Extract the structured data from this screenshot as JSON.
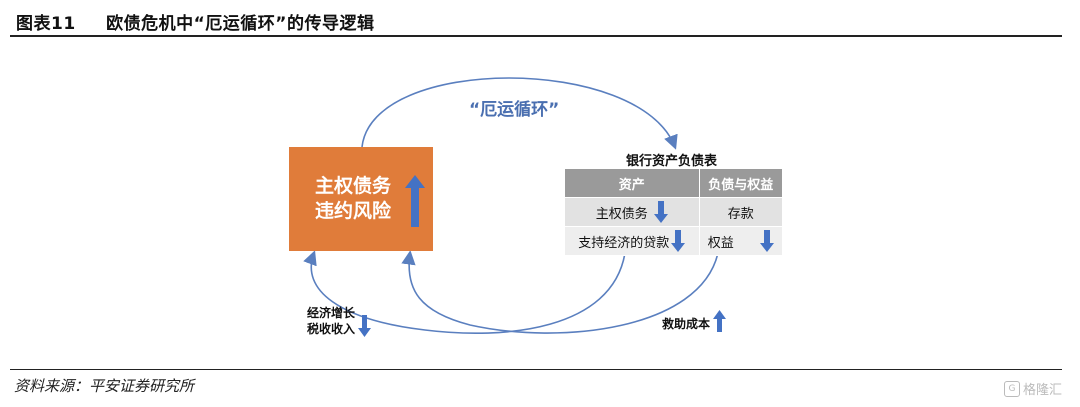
{
  "header": {
    "figure_label": "图表11",
    "figure_title": "欧债危机中“厄运循环”的传导逻辑"
  },
  "diagram": {
    "loop_label": "“厄运循环”",
    "risk_box": {
      "line1": "主权债务",
      "line2": "违约风险",
      "color": "#e07c3a",
      "trend": "up"
    },
    "balance_sheet": {
      "title": "银行资产负债表",
      "headers": [
        "资产",
        "负债与权益"
      ],
      "rows": [
        {
          "asset": "主权债务",
          "asset_trend": "down",
          "liability": "存款",
          "liability_trend": "none"
        },
        {
          "asset": "支持经济的贷款",
          "asset_trend": "down",
          "liability": "权益",
          "liability_trend": "down"
        }
      ]
    },
    "economy_label": {
      "line1": "经济增长",
      "line2": "税收收入",
      "trend": "down"
    },
    "rescue_label": {
      "text": "救助成本",
      "trend": "up"
    },
    "arrow_color": "#4472c4",
    "loop_color": "#5a7fbf"
  },
  "footer": {
    "source": "资料来源：平安证券研究所",
    "watermark": "格隆汇"
  }
}
